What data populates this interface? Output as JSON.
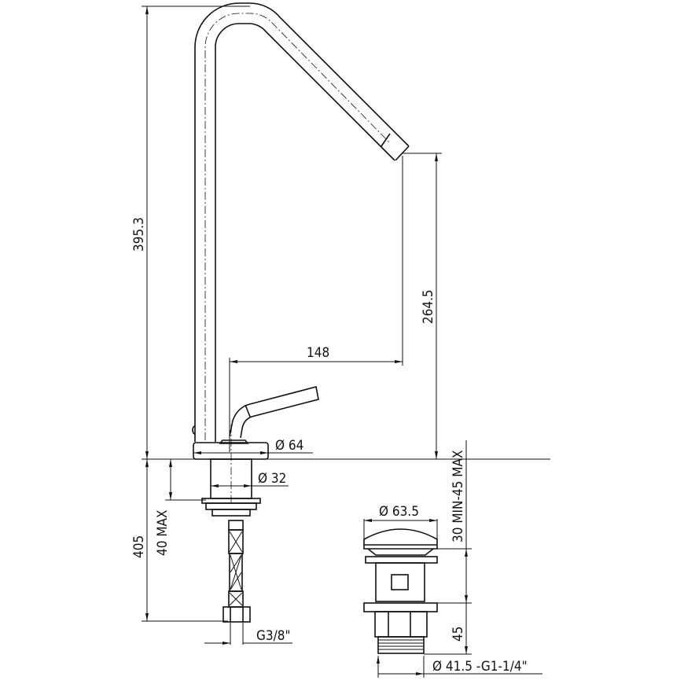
{
  "dimensions": {
    "total_height": "395.3",
    "spout_height": "264.5",
    "spout_reach": "148",
    "base_diameter": "Ø 64",
    "shank_diameter": "Ø 32",
    "below_deck": "405",
    "deck_thickness": "40 MAX",
    "hose_thread": "G3/8\"",
    "drain_cap_diameter": "Ø 63.5",
    "drain_height_range": "30 MIN-45 MAX",
    "drain_body": "45",
    "drain_thread": "Ø 41.5 -G1-1/4\""
  }
}
